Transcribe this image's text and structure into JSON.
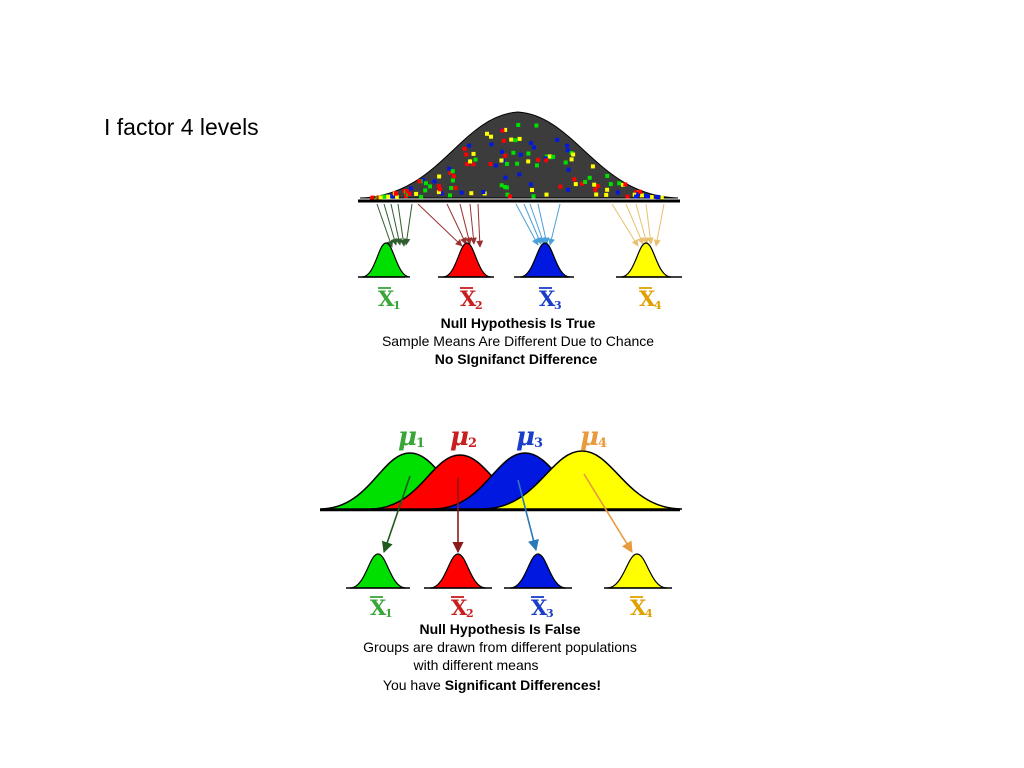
{
  "slide": {
    "title": "I factor 4 levels"
  },
  "colors": {
    "g1": "#00e000",
    "g2": "#ff0000",
    "g3": "#0018e0",
    "g4": "#ffff00",
    "l1": "#3aa63a",
    "l2": "#c81e1e",
    "l3": "#1a3ec8",
    "l4": "#e89a3c",
    "pop": "#3c3c3c"
  },
  "diagram_true": {
    "means": [
      {
        "symbol": "X",
        "sub": "1"
      },
      {
        "symbol": "X",
        "sub": "2"
      },
      {
        "symbol": "X",
        "sub": "3"
      },
      {
        "symbol": "X",
        "sub": "4"
      }
    ],
    "caption": {
      "line1": "Null Hypothesis Is True",
      "line2": "Sample Means Are Different Due to Chance",
      "line3": "No SIgnifanct Difference"
    }
  },
  "diagram_false": {
    "populations": [
      {
        "symbol": "μ",
        "sub": "1"
      },
      {
        "symbol": "μ",
        "sub": "2"
      },
      {
        "symbol": "μ",
        "sub": "3"
      },
      {
        "symbol": "μ",
        "sub": "4"
      }
    ],
    "means": [
      {
        "symbol": "X",
        "sub": "1"
      },
      {
        "symbol": "X",
        "sub": "2"
      },
      {
        "symbol": "X",
        "sub": "3"
      },
      {
        "symbol": "X",
        "sub": "4"
      }
    ],
    "caption": {
      "line1": "Null Hypothesis Is False",
      "line2": "Groups are drawn from different populations",
      "line3": "with different means",
      "line4_prefix": "You have ",
      "line4_bold": "Significant Differences!"
    }
  }
}
